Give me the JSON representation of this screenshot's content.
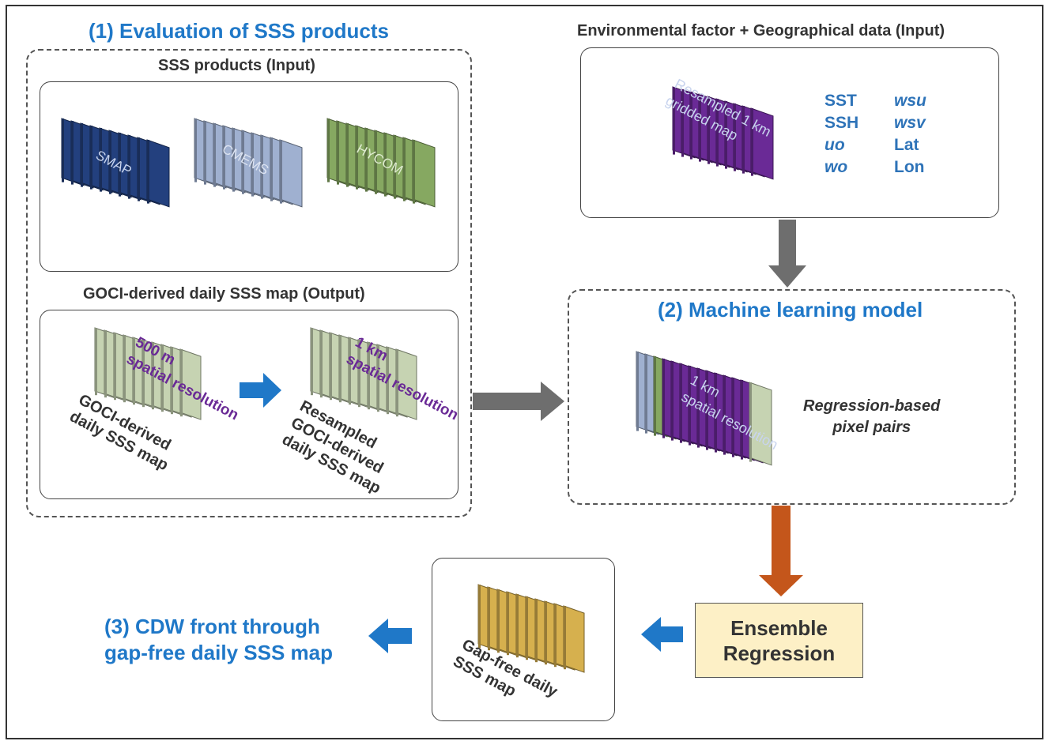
{
  "section1": {
    "title": "(1) Evaluation of SSS products",
    "products_input_label": "SSS products (Input)",
    "products": [
      "SMAP",
      "CMEMS",
      "HYCOM"
    ],
    "goci_output_label": "GOCI-derived daily SSS map (Output)",
    "goci_500m": {
      "resolution": [
        "500 m",
        "spatial resolution"
      ],
      "caption": [
        "GOCI-derived",
        "daily SSS  map"
      ]
    },
    "goci_1km": {
      "resolution": [
        "1 km",
        "spatial resolution"
      ],
      "caption": [
        "Resampled",
        "GOCI-derived",
        "daily SSS  map"
      ]
    }
  },
  "env_input": {
    "title": "Environmental factor + Geographical data (Input)",
    "stack_label": [
      "Resampled 1 km",
      "gridded map"
    ],
    "variables_col1": [
      "SST",
      "SSH",
      "uo",
      "wo"
    ],
    "variables_col2": [
      "wsu",
      "wsv",
      "Lat",
      "Lon"
    ]
  },
  "section2": {
    "title": "(2) Machine learning model",
    "stack_label": [
      "1 km",
      "spatial resolution"
    ],
    "note": [
      "Regression-based",
      "pixel pairs"
    ]
  },
  "ensemble": {
    "label": [
      "Ensemble",
      "Regression"
    ]
  },
  "gapfree": {
    "caption": [
      "Gap-free daily",
      "SSS map"
    ]
  },
  "section3": {
    "title": [
      "(3) CDW front through",
      "gap-free daily SSS map"
    ]
  },
  "colors": {
    "title_blue": "#1f78c8",
    "smap": "#23407e",
    "cmems": "#9fb0d0",
    "hycom": "#86a861",
    "goci": "#c6d3b2",
    "purple": "#6a2a96",
    "gold": "#d6b04e",
    "gray_arrow": "#6e6e6e",
    "orange_arrow": "#c4561b",
    "blue_arrow": "#1f78c8",
    "ensemble_bg": "#fdf0c6"
  }
}
